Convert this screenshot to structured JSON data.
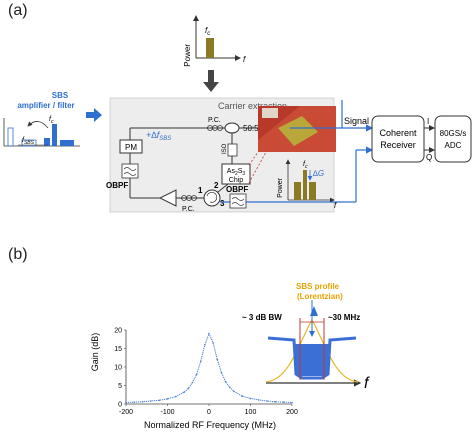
{
  "panel_a": {
    "label": "(a)",
    "input_spectrum": {
      "power_axis": "Power",
      "freq_axis": "f",
      "carrier": "f",
      "carrier_sub": "c"
    },
    "sbs": {
      "title_line1": "SBS",
      "title_line2": "amplifier / filter",
      "fsbs": "f",
      "fsbs_sub": "SBS",
      "fc": "f",
      "fc_sub": "c"
    },
    "setup": {
      "carrier_extraction": "Carrier extraction",
      "pc_top": "P.C.",
      "coupler": "50:50",
      "delta_f_prefix": "+∆f",
      "delta_f_sub": "SBS",
      "pm": "PM",
      "obpf_left": "OBPF",
      "iso": "ISO",
      "chip_line1": "As",
      "chip_sub1": "2",
      "chip_mid": "S",
      "chip_sub2": "3",
      "chip_line2": "Chip",
      "port1": "1",
      "port2": "2",
      "port3": "3",
      "obpf_right": "OBPF",
      "pc_bottom": "P.C."
    },
    "output_spectrum": {
      "power_axis": "Power",
      "freq_axis": "f",
      "carrier": "f",
      "carrier_sub": "c",
      "gain": "∆G"
    },
    "receiver": {
      "signal": "Signal",
      "coherent_line1": "Coherent",
      "coherent_line2": "Receiver",
      "i": "I",
      "q": "Q",
      "adc_line1": "80GS/s",
      "adc_line2": "ADC"
    }
  },
  "panel_b": {
    "label": "(b)",
    "inset": {
      "profile_line1": "SBS profile",
      "profile_line2": "(Lorentzian)",
      "bw": "~ 3 dB BW",
      "mhz": "~30 MHz",
      "f": "f"
    },
    "chart_data": {
      "type": "line",
      "xlabel": "Normalized RF Frequency (MHz)",
      "ylabel": "Gain (dB)",
      "xlim": [
        -200,
        200
      ],
      "ylim": [
        0,
        20
      ],
      "xticks": [
        -200,
        -100,
        0,
        100,
        200
      ],
      "yticks": [
        0,
        5,
        10,
        15,
        20
      ],
      "series": [
        {
          "color": "#4a7fd4",
          "x": [
            -200,
            -180,
            -160,
            -140,
            -120,
            -100,
            -80,
            -60,
            -50,
            -40,
            -30,
            -20,
            -10,
            0,
            10,
            20,
            30,
            40,
            50,
            60,
            80,
            100,
            120,
            140,
            160,
            180,
            200
          ],
          "y": [
            0.4,
            0.5,
            0.6,
            0.8,
            1.0,
            1.4,
            2.0,
            3.2,
            4.2,
            5.8,
            8.0,
            11.5,
            16.0,
            19.0,
            16.5,
            12.0,
            8.5,
            6.0,
            4.5,
            3.4,
            2.1,
            1.5,
            1.1,
            0.8,
            0.6,
            0.5,
            0.4
          ]
        }
      ]
    }
  }
}
